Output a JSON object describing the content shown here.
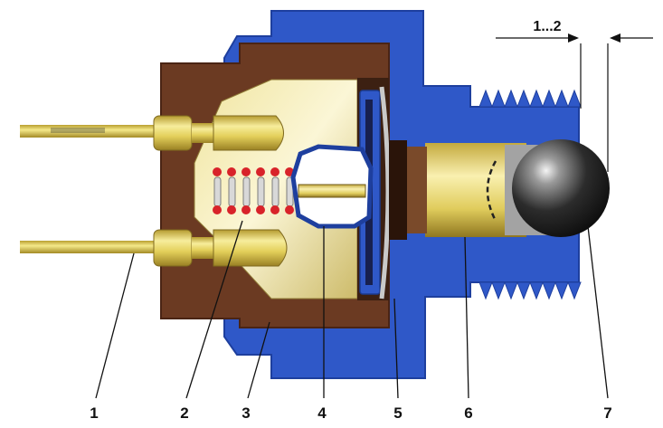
{
  "diagram": {
    "callouts": [
      {
        "id": "1",
        "label": "1"
      },
      {
        "id": "2",
        "label": "2"
      },
      {
        "id": "3",
        "label": "3"
      },
      {
        "id": "4",
        "label": "4"
      },
      {
        "id": "5",
        "label": "5"
      },
      {
        "id": "6",
        "label": "6"
      },
      {
        "id": "7",
        "label": "7"
      }
    ],
    "dimension": {
      "label": "1...2"
    },
    "colors": {
      "housing": "#6b3a22",
      "housing_dark": "#4a2414",
      "shell": "#2f58c8",
      "shell_dark": "#1e3f9e",
      "brass": "#e3cf5a",
      "brass_light": "#f7ed9c",
      "brass_dark": "#a8912a",
      "spring": "#d8d8d8",
      "spring_dot": "#d8232a",
      "ball": "#2a2a2a",
      "leader": "#111111"
    }
  }
}
